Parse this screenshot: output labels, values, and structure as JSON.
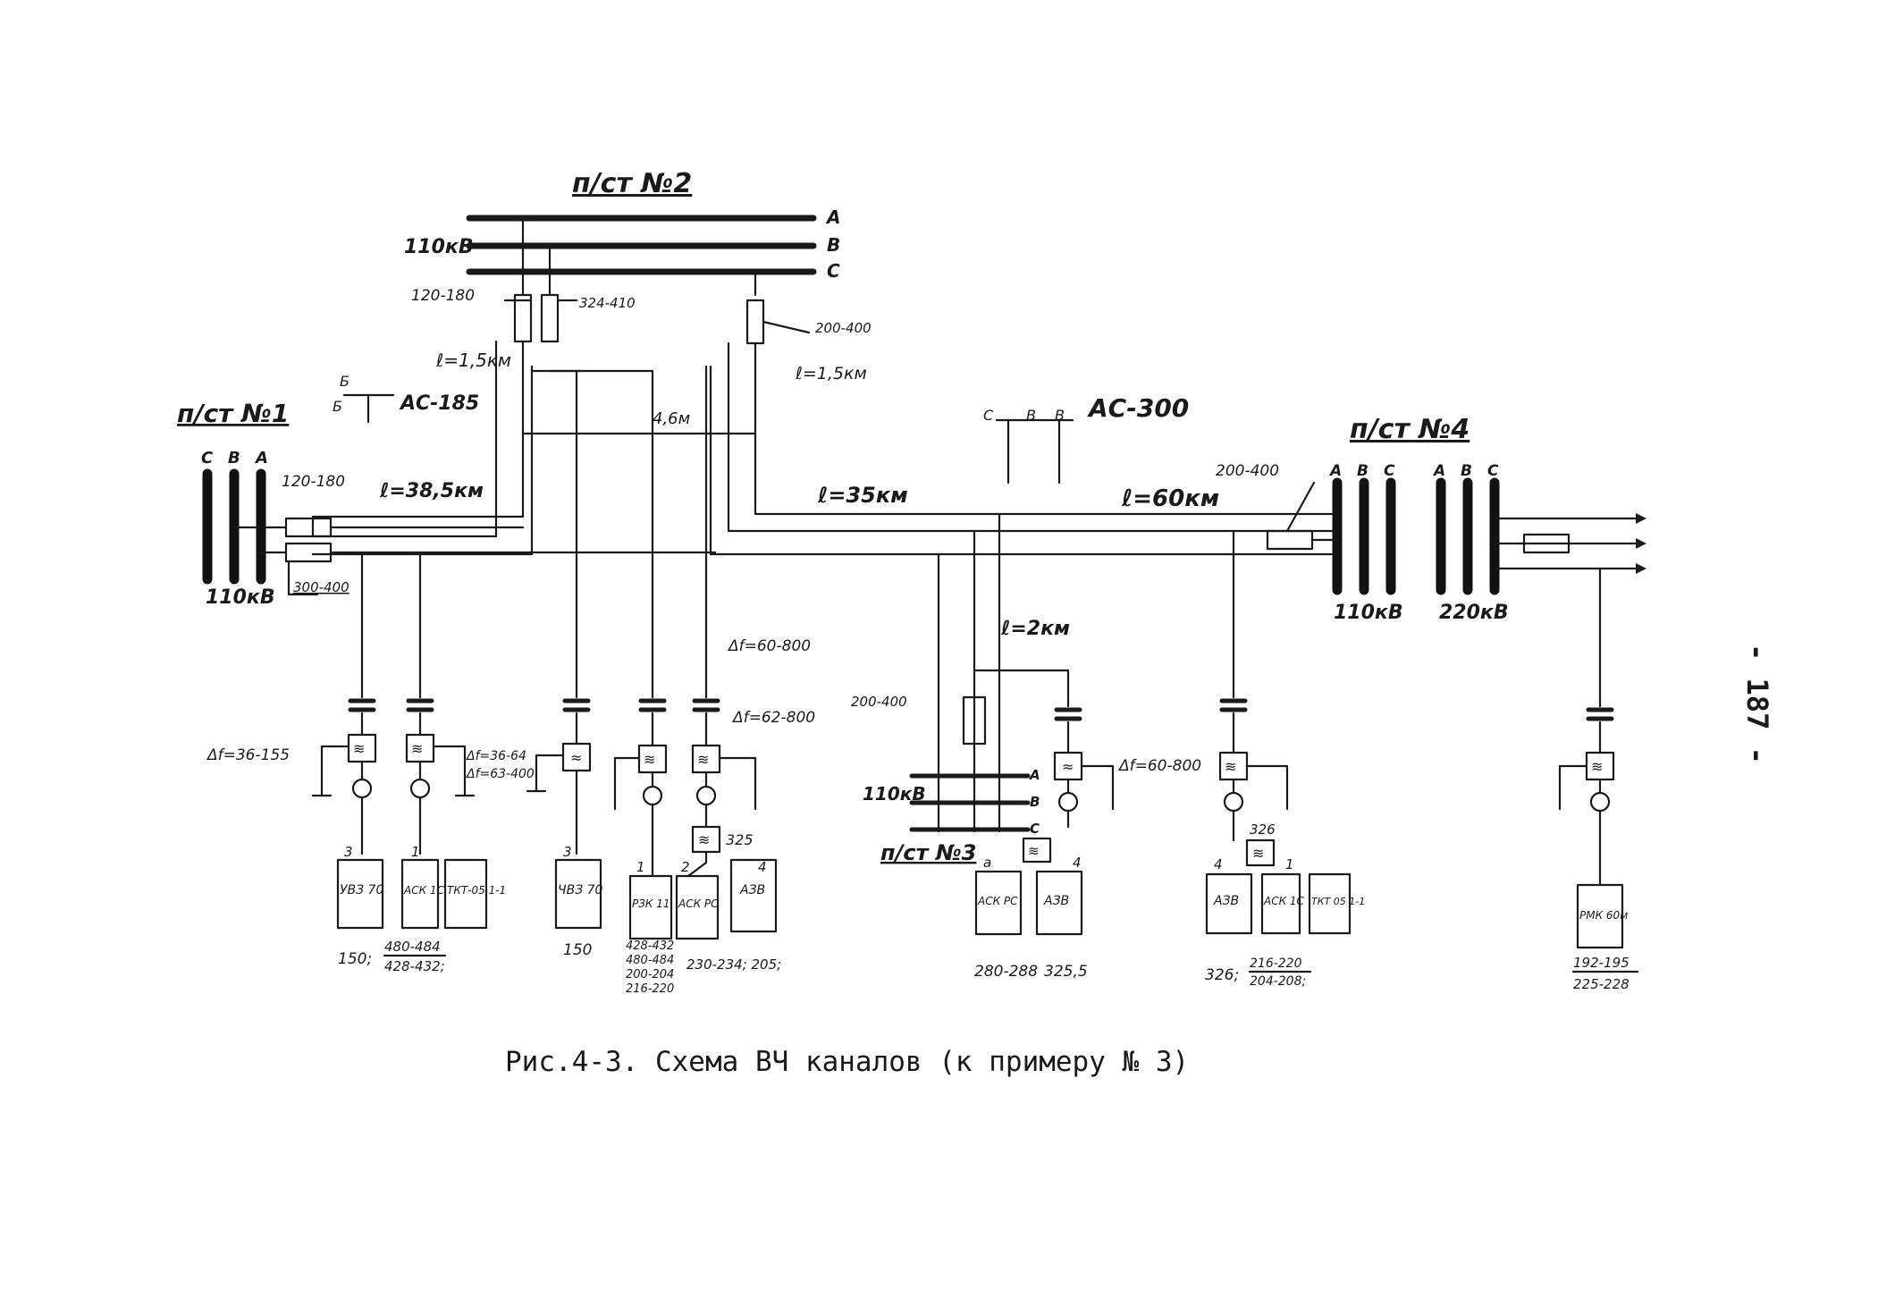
{
  "substations": {
    "ps1": {
      "title": "п/ст №1",
      "phases": [
        "С",
        "В",
        "А"
      ],
      "voltage": "110кВ"
    },
    "ps2": {
      "title": "п/ст №2",
      "voltage": "110кВ",
      "phases": [
        "А",
        "В",
        "С"
      ]
    },
    "ps3": {
      "title": "п/ст №3",
      "voltage": "110кВ",
      "phases": [
        "А",
        "В",
        "С"
      ]
    },
    "ps4": {
      "title": "п/ст №4",
      "phases_110": [
        "А",
        "В",
        "С"
      ],
      "voltage_110": "110кВ",
      "phases_220": [
        "А",
        "В",
        "С"
      ],
      "voltage_220": "220кВ"
    }
  },
  "lines": {
    "ps1_ps2": "ℓ=38,5км",
    "ps2_ps4": "ℓ=35км",
    "ps3_branch": "ℓ=60км",
    "tap_ps3": "ℓ=2км",
    "cable_c": "ℓ=1,5км",
    "cable_b": "ℓ=1,5км",
    "cable_short": "4,6м"
  },
  "conductors": {
    "near_ps1": {
      "phases": [
        "Б",
        "Б"
      ],
      "type": "АС-185"
    },
    "near_ps3": {
      "phases": [
        "С",
        "В",
        "В"
      ],
      "type": "АС-300"
    }
  },
  "traps": {
    "ps1_a": "120-180",
    "ps1_b": "300-400",
    "ps2_left": "120-180",
    "ps2_mid": "324-410",
    "ps2_right": "200-400",
    "ps3": "200-400",
    "ps4": "200-400"
  },
  "bandwidths": {
    "f1": "Δf=36-155",
    "f2": "Δf=36-64",
    "f3": "Δf=63-400",
    "f4": "Δf=60-800",
    "f5": "Δf=62-800",
    "f6": "Δf=60-800"
  },
  "filter_labels": {
    "ps2_combiner": "325",
    "ps4_combiner": "326"
  },
  "equipment": [
    {
      "label": "УВЗ 70",
      "number": "3"
    },
    {
      "label": "АСК 1С",
      "number": "1"
    },
    {
      "label": "ТКТ-05 1-1",
      "number": ""
    },
    {
      "label": "ЧВЗ 70",
      "number": "3"
    },
    {
      "label": "РЗК 11",
      "number": "1"
    },
    {
      "label": "АСК РС",
      "number": "2"
    },
    {
      "label": "АЗВ",
      "number": "4"
    },
    {
      "label": "АСК РС",
      "number": "а"
    },
    {
      "label": "АЗВ",
      "number": "4"
    },
    {
      "label": "АЗВ",
      "number": "4"
    },
    {
      "label": "АСК 1С",
      "number": "1"
    },
    {
      "label": "ТКТ 05 1-1",
      "number": ""
    },
    {
      "label": "РМК 60м",
      "number": ""
    }
  ],
  "frequencies": {
    "g1": "150;",
    "g2a": "480-484",
    "g2b": "428-432;",
    "g3": "150",
    "g4a": "428-432",
    "g4b": "480-484",
    "g4c": "200-204",
    "g4d": "216-220",
    "g5": "230-234; 205;",
    "g6": "280-288",
    "g7": "325,5",
    "g8": "326;",
    "g9a": "216-220",
    "g9b": "204-208;",
    "g10a": "192-195",
    "g10b": "225-228"
  },
  "page_number": "- 187 -",
  "caption": "Рис.4-3. Схема ВЧ каналов (к примеру № 3)"
}
